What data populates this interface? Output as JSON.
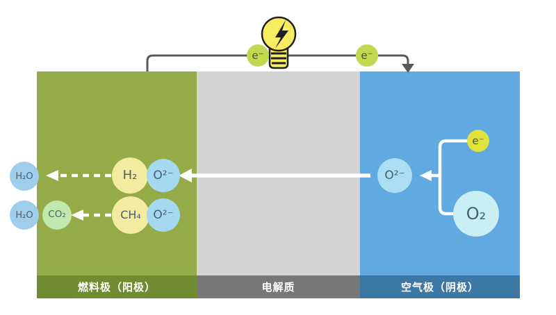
{
  "panels": {
    "anode": {
      "label": "燃料极（阳极）",
      "body_color": "#95aa48",
      "band_color": "#708c30"
    },
    "electrolyte": {
      "label": "电解质",
      "body_color": "#d4d4d4",
      "band_color": "#777777"
    },
    "cathode": {
      "label": "空气极（阴极）",
      "body_color": "#60a9e1",
      "band_color": "#3d77a4"
    }
  },
  "circuit": {
    "electron_labels": [
      "e⁻",
      "e⁻"
    ],
    "bulb_icon": "lightbulb-lightning-icon",
    "wire_color": "#58585a",
    "bulb_fill": "#f7ed62",
    "bulb_outline": "#1f1f1f",
    "electron_circle_color": "#c3d751"
  },
  "anode_side": {
    "h2o_top": {
      "label": "H₂O",
      "color": "#9fceec"
    },
    "h2o_bottom": {
      "label": "H₂O",
      "color": "#9fceec"
    },
    "co2": {
      "label": "CO₂",
      "color": "#c3e8ab"
    },
    "h2": {
      "label": "H₂",
      "color": "#f3eca0"
    },
    "o2minus_top": {
      "label": "O²⁻",
      "color": "#a5d9f1"
    },
    "ch4": {
      "label": "CH₄",
      "color": "#f3eca0"
    },
    "o2minus_bottom": {
      "label": "O²⁻",
      "color": "#a5d9f1"
    }
  },
  "cathode_side": {
    "o2minus": {
      "label": "O²⁻",
      "color": "#abdef2"
    },
    "electron": {
      "label": "e⁻",
      "color": "#e0e33e"
    },
    "o2": {
      "label": "O₂",
      "color": "#c9eef3"
    }
  },
  "arrows": {
    "ion_transport_arrow": "white solid arrow, cathode O²⁻ across electrolyte to anode",
    "reaction_arrow_top": "white dashed arrow, H₂+O²⁻ to H₂O",
    "reaction_arrow_bottom": "white dashed arrow, CH₄+O²⁻ to H₂O+CO₂",
    "electron_flow_arrow": "gray wire arrow into cathode",
    "arrow_color": "#ffffff"
  }
}
